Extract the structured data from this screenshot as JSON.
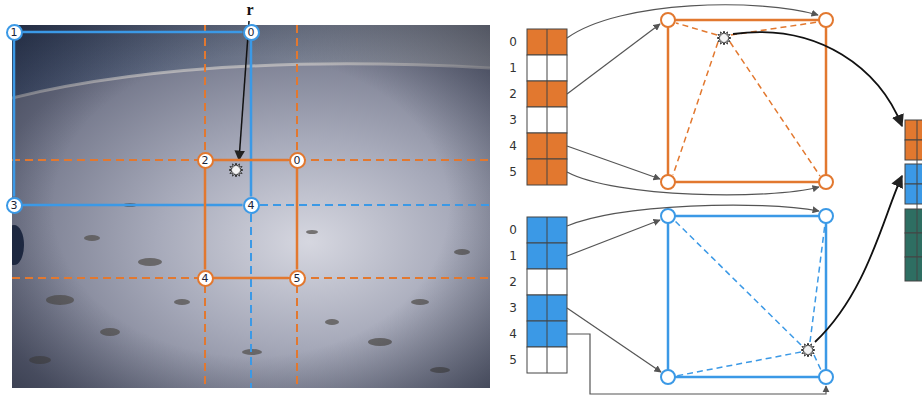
{
  "diagram": {
    "nodes": [
      {
        "text": [
          "1"
        ]
      },
      {
        "text": [
          "0"
        ]
      },
      {
        "text": [
          "2"
        ]
      },
      {
        "text": [
          "0"
        ]
      },
      {
        "text": [
          "3"
        ]
      },
      {
        "text": [
          "4"
        ]
      },
      {
        "text": [
          "4"
        ]
      },
      {
        "text": [
          "5"
        ]
      }
    ],
    "edges": [
      {
        "from": 0,
        "to": 1,
        "arrow": "none"
      },
      {
        "from": 1,
        "to": 5,
        "arrow": "none"
      },
      {
        "from": 5,
        "to": 4,
        "arrow": "none"
      },
      {
        "from": 4,
        "to": 0,
        "arrow": "none"
      },
      {
        "from": 2,
        "to": 3,
        "arrow": "none"
      },
      {
        "from": 3,
        "to": 7,
        "arrow": "none"
      },
      {
        "from": 7,
        "to": 6,
        "arrow": "none"
      },
      {
        "from": 6,
        "to": 2,
        "arrow": "none"
      }
    ],
    "labels": [
      "r",
      "0",
      "1",
      "2",
      "3",
      "4",
      "5",
      "0",
      "1",
      "2",
      "3",
      "4",
      "5"
    ]
  }
}
